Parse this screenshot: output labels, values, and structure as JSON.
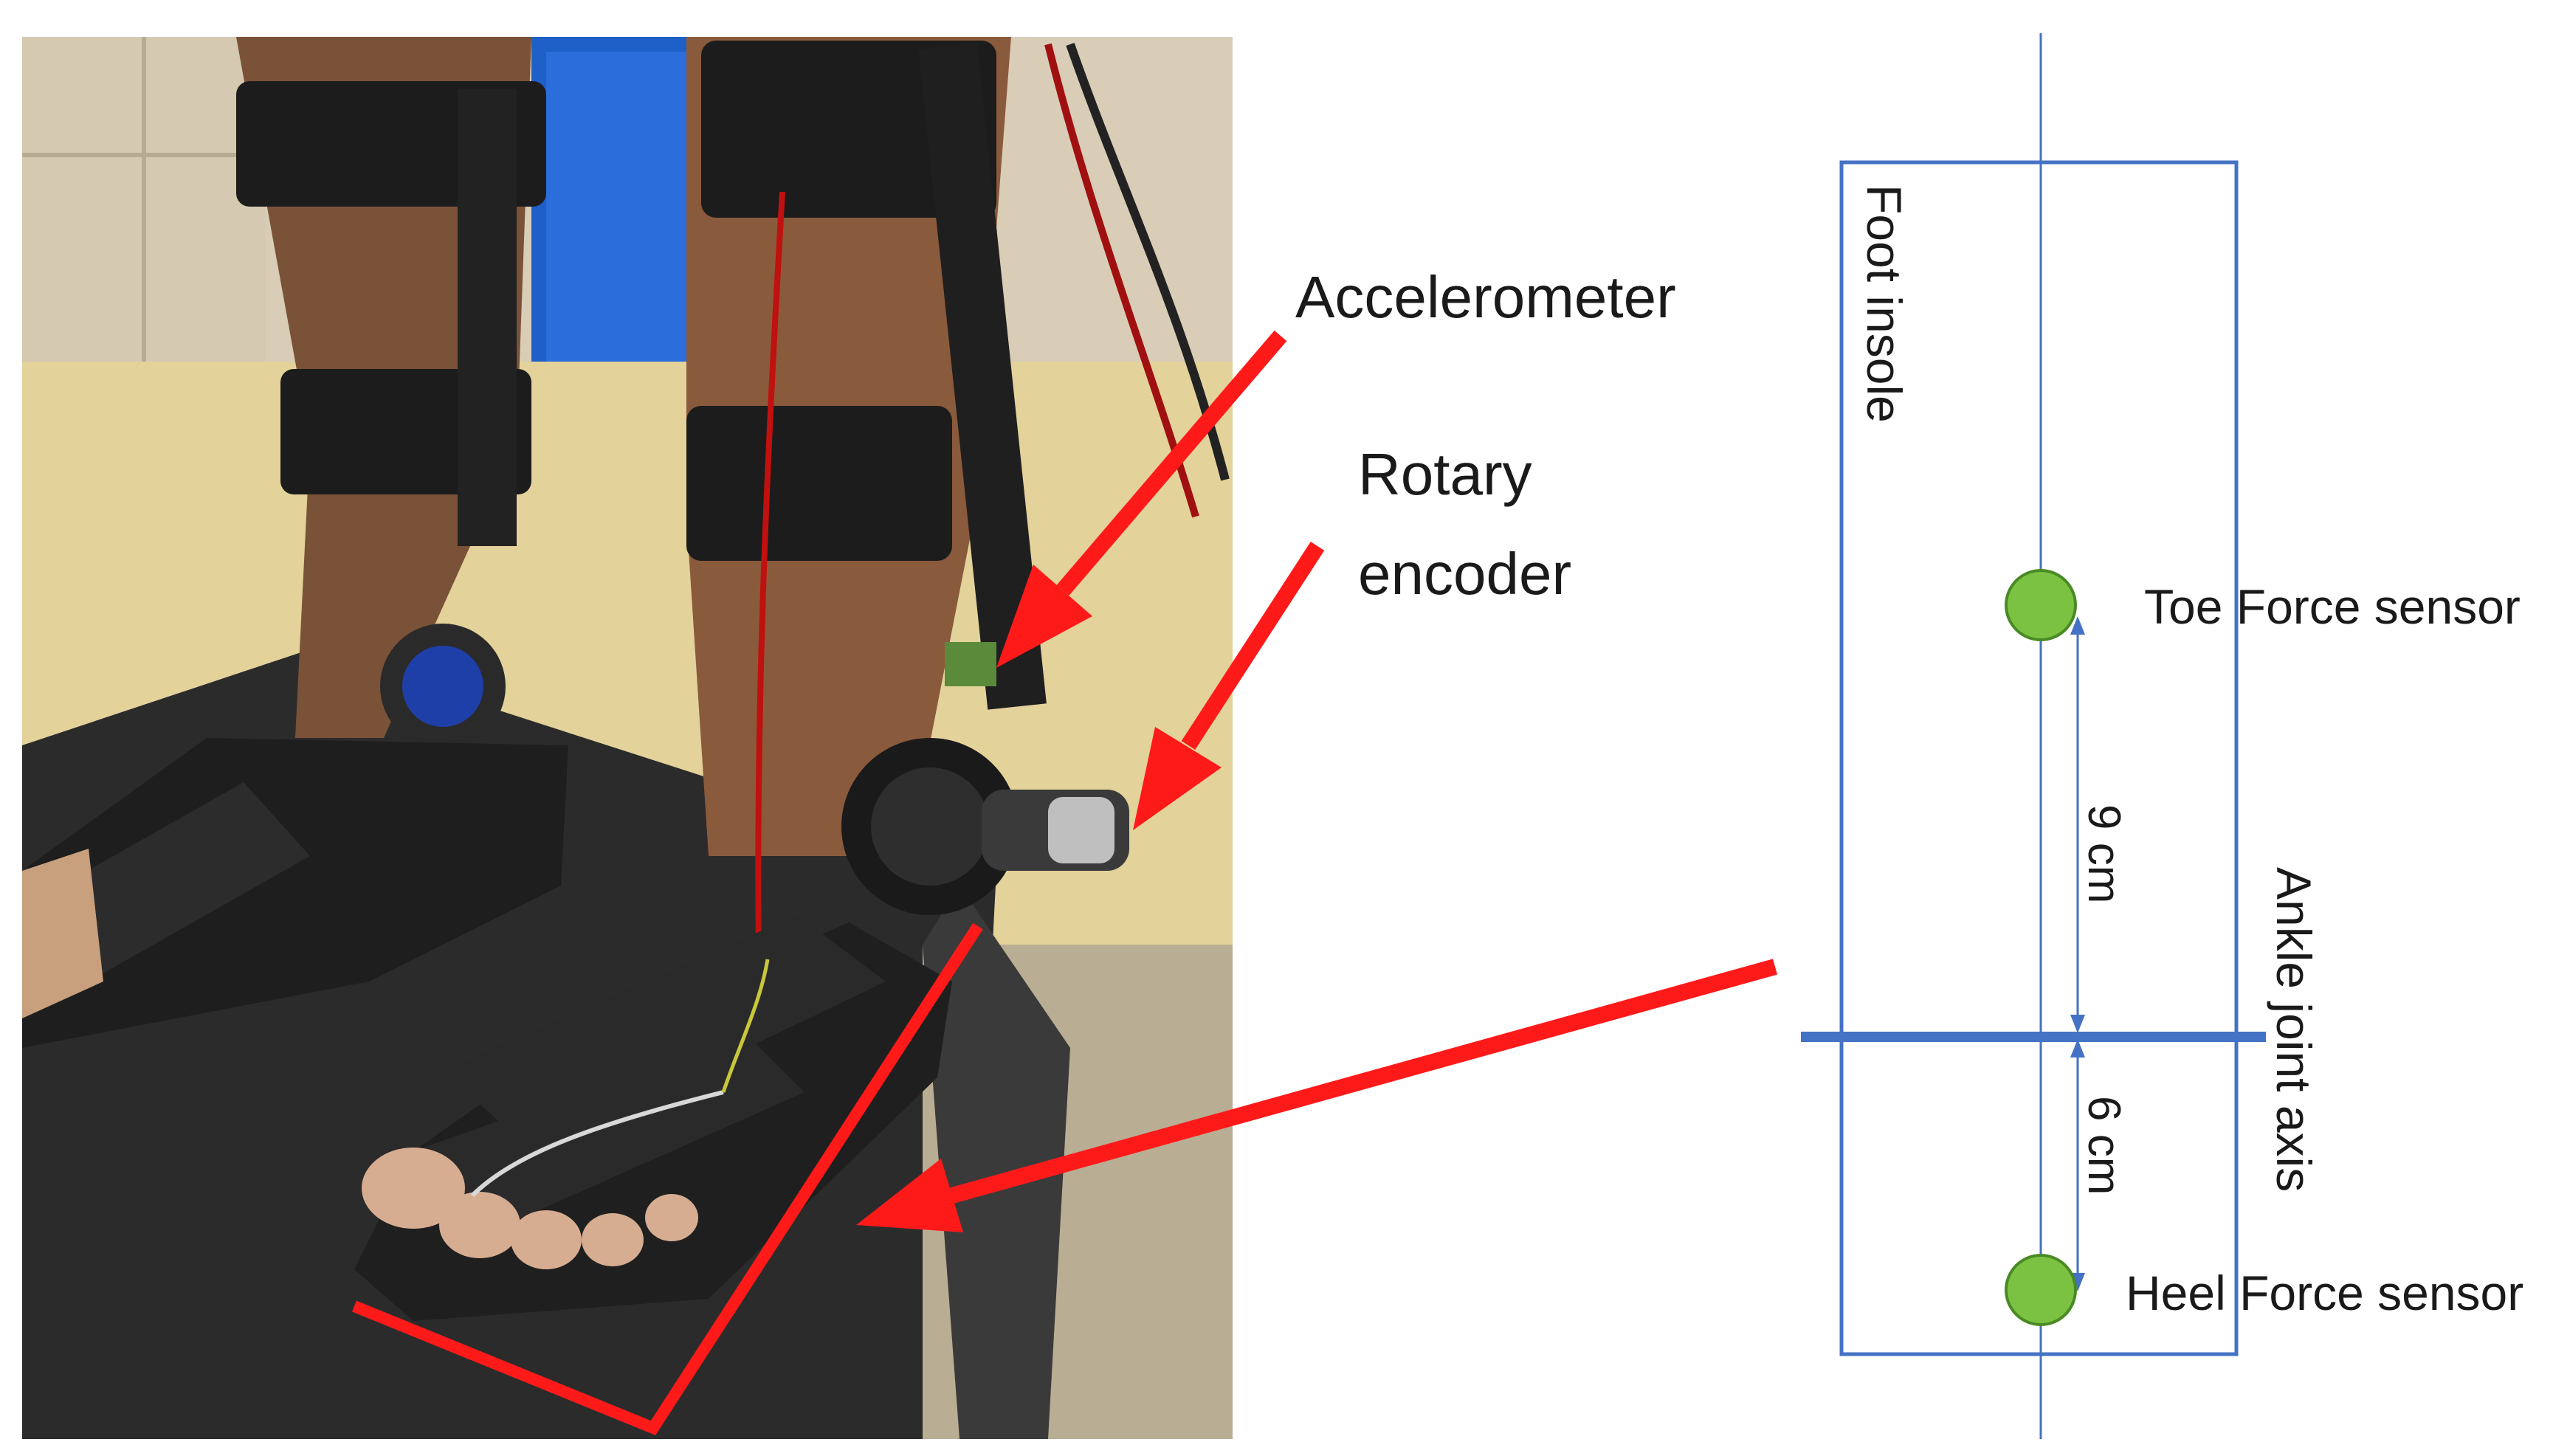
{
  "labels": {
    "accelerometer": "Accelerometer",
    "rotary_line1": "Rotary",
    "rotary_line2": "encoder",
    "foot_insole": "Foot insole",
    "toe_sensor": "Toe Force sensor",
    "heel_sensor": "Heel Force sensor",
    "ankle_axis": "Ankle joint axis",
    "toe_distance": "9 cm",
    "heel_distance": "6 cm"
  },
  "colors": {
    "arrow": "#ff1a1a",
    "schematic_line": "#4472c4",
    "sensor_fill": "#7cc242",
    "sensor_stroke": "#4a8a25",
    "text": "#1a1a1a"
  },
  "photo": {
    "subject": "orthotic-ankle-foot-brace-on-legs",
    "icons": [
      "photo-background",
      "leg-brace",
      "sandal",
      "rotary-encoder-device"
    ]
  }
}
